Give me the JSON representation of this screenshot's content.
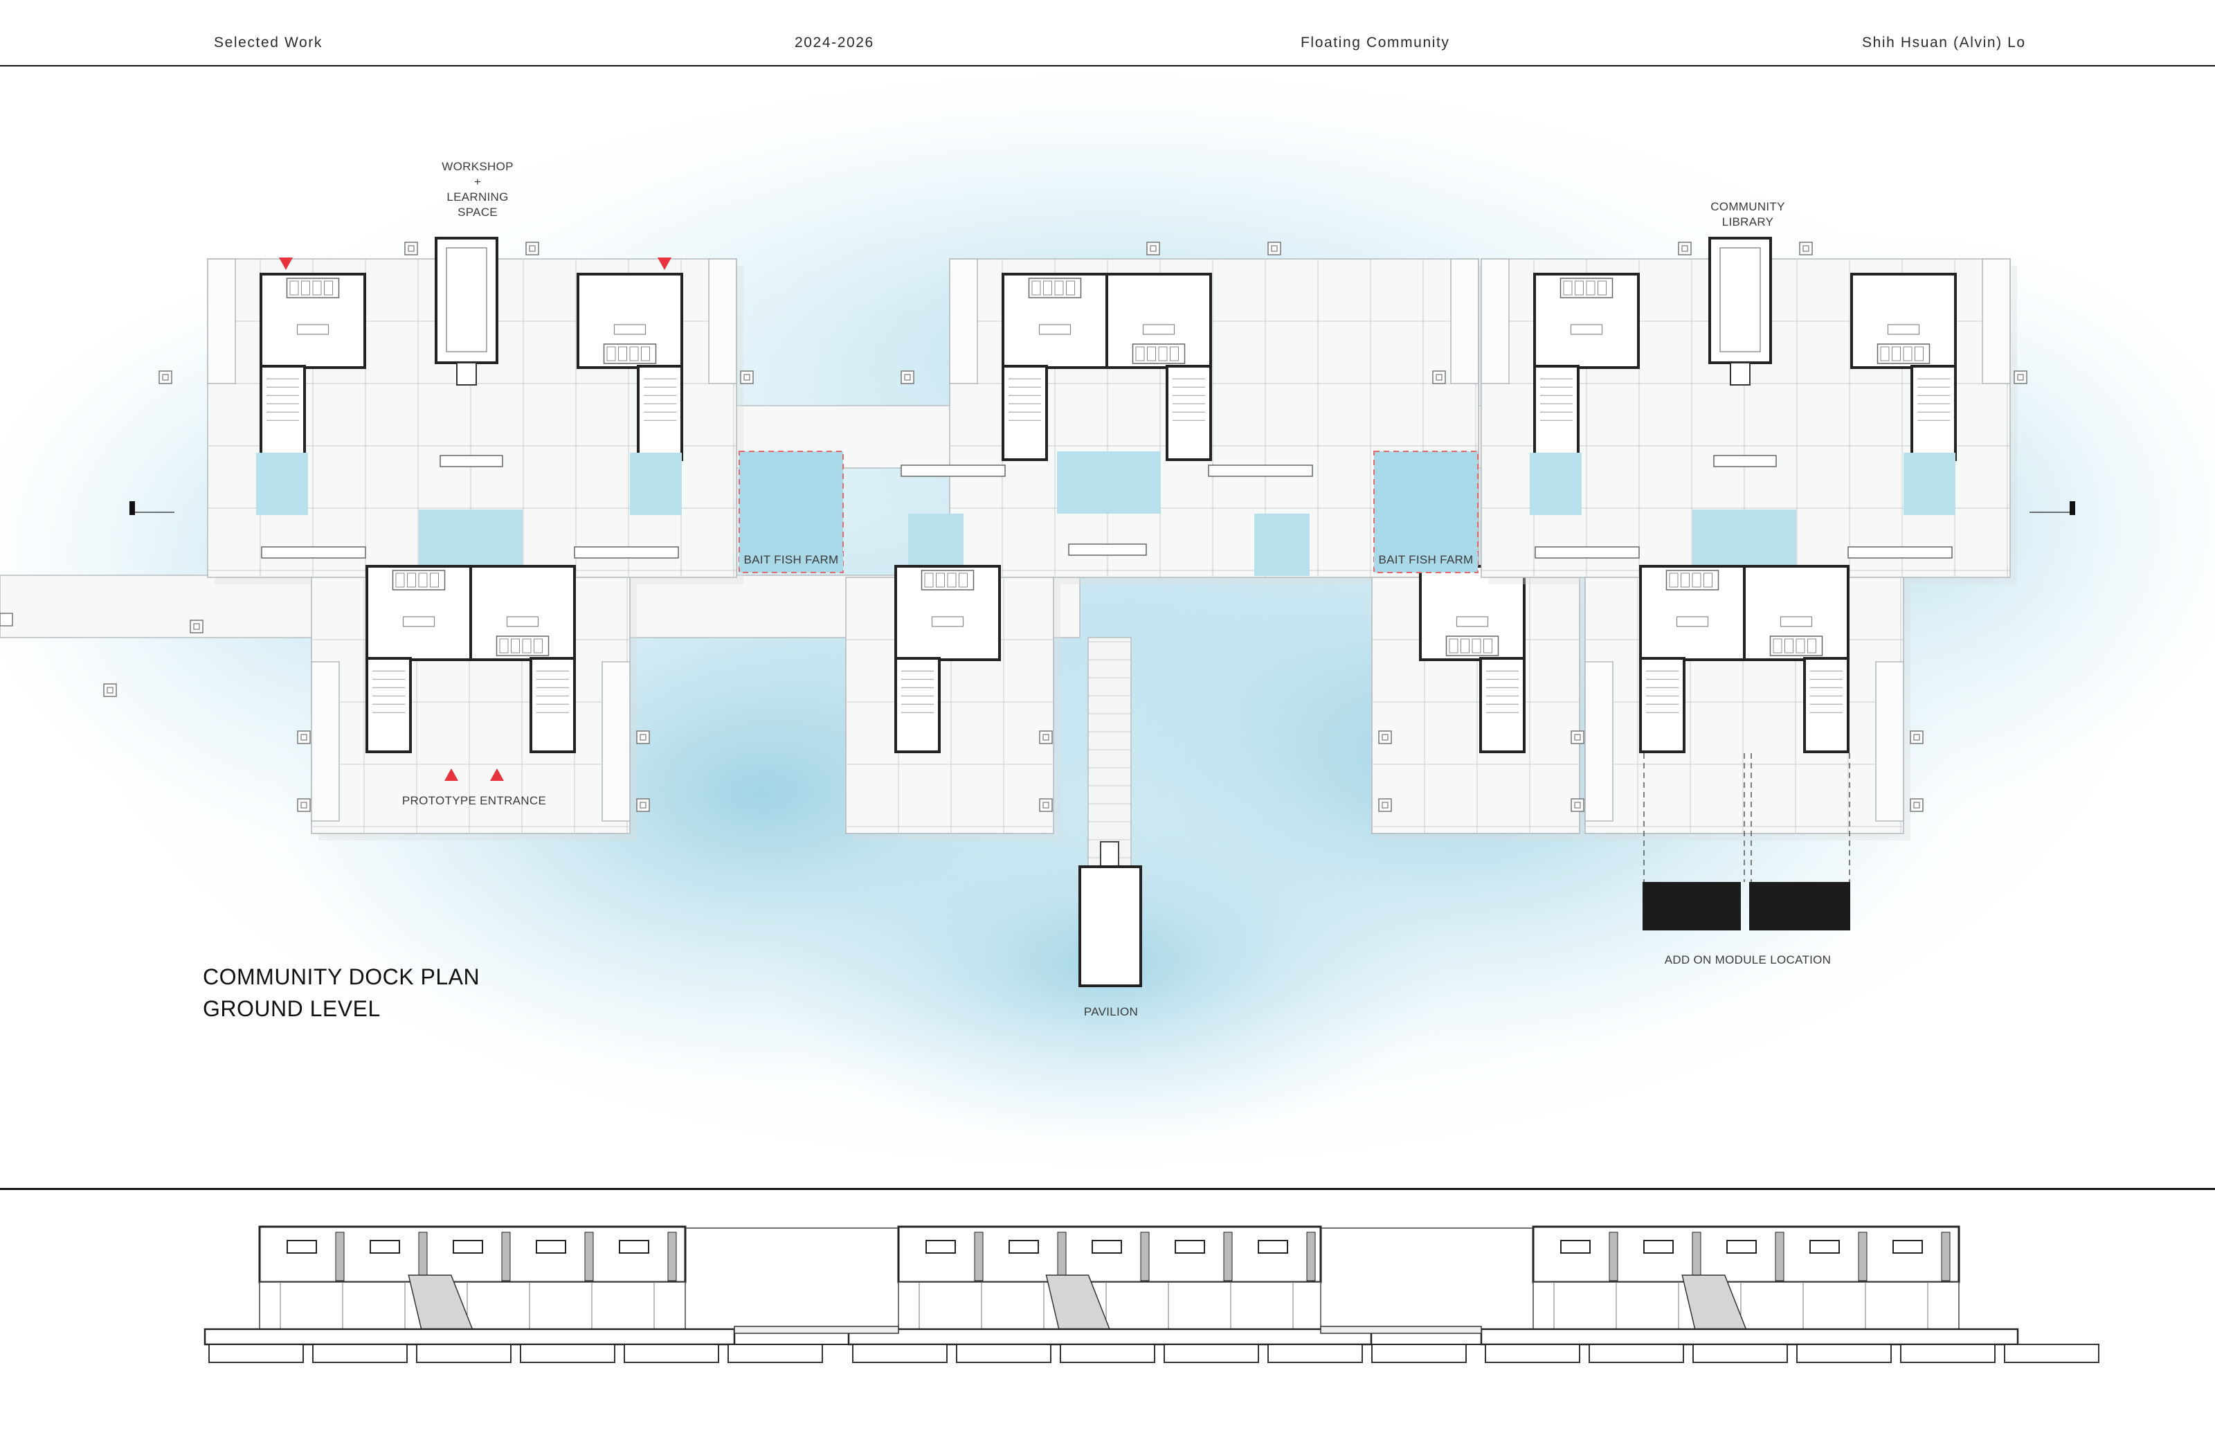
{
  "header": {
    "left": "Selected Work",
    "years": "2024-2026",
    "project": "Floating Community",
    "author": "Shih Hsuan (Alvin) Lo"
  },
  "labels": {
    "workshop": "WORKSHOP\n+\nLEARNING\nSPACE",
    "library": "COMMUNITY\nLIBRARY",
    "bait1": "BAIT FISH FARM",
    "bait2": "BAIT FISH FARM",
    "prototype": "PROTOTYPE ENTRANCE",
    "pavilion": "PAVILION",
    "addon": "ADD ON MODULE LOCATION"
  },
  "title": {
    "line1": "COMMUNITY DOCK PLAN",
    "line2": "GROUND LEVEL"
  },
  "colors": {
    "water": "#a8d6e6",
    "water_light": "#e3f3f8",
    "deck": "#f7f8f8",
    "wall": "#2b2b2b",
    "entrance": "#e8333c",
    "pool": "#bfe4ef",
    "module": "#1c1c1c"
  }
}
